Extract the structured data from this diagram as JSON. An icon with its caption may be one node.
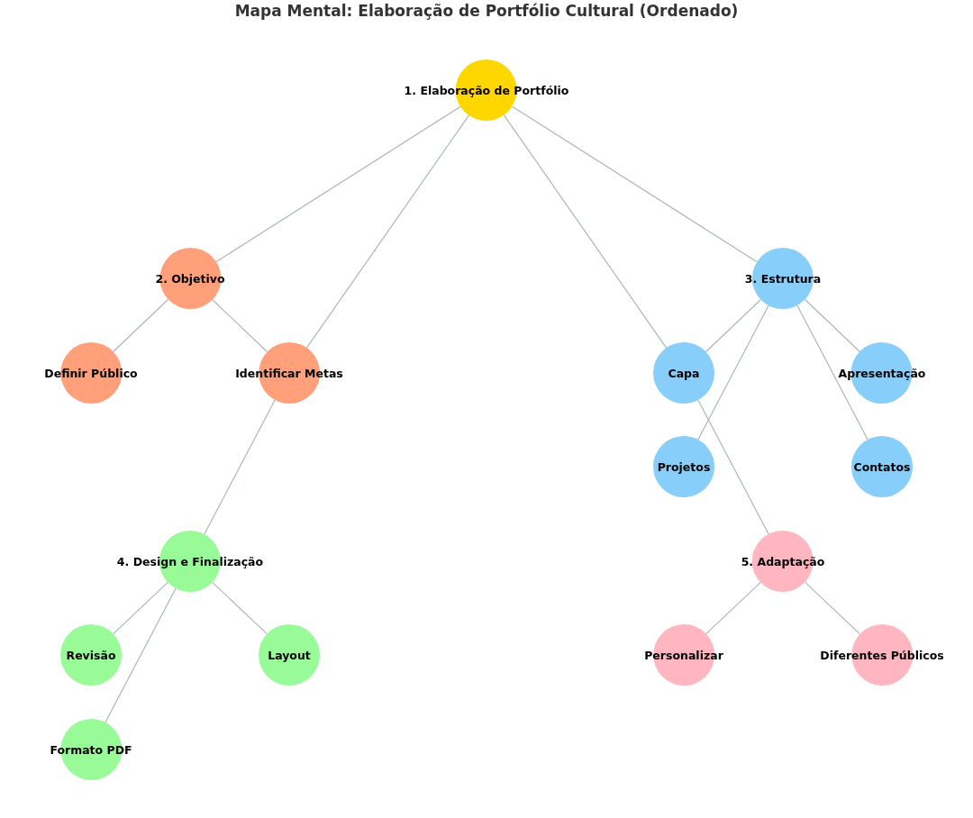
{
  "diagram": {
    "title": "Mapa Mental: Elaboração de Portfólio Cultural (Ordenado)",
    "nodes": [
      {
        "text": [
          "1. Elaboração de Portfólio"
        ]
      },
      {
        "text": [
          "2. Objetivo"
        ]
      },
      {
        "text": [
          "Definir Público"
        ]
      },
      {
        "text": [
          "Identificar Metas"
        ]
      },
      {
        "text": [
          "3. Estrutura"
        ]
      },
      {
        "text": [
          "Capa"
        ]
      },
      {
        "text": [
          "Apresentação"
        ]
      },
      {
        "text": [
          "Projetos"
        ]
      },
      {
        "text": [
          "Contatos"
        ]
      },
      {
        "text": [
          "4. Design e Finalização"
        ]
      },
      {
        "text": [
          "Revisão"
        ]
      },
      {
        "text": [
          "Layout"
        ]
      },
      {
        "text": [
          "Formato PDF"
        ]
      },
      {
        "text": [
          "5. Adaptação"
        ]
      },
      {
        "text": [
          "Personalizar"
        ]
      },
      {
        "text": [
          "Diferentes Públicos"
        ]
      }
    ],
    "edges": [
      {
        "from": 0,
        "to": 1,
        "arrow": "none"
      },
      {
        "from": 0,
        "to": 3,
        "arrow": "none"
      },
      {
        "from": 0,
        "to": 5,
        "arrow": "none"
      },
      {
        "from": 0,
        "to": 4,
        "arrow": "none"
      },
      {
        "from": 1,
        "to": 2,
        "arrow": "none"
      },
      {
        "from": 1,
        "to": 3,
        "arrow": "none"
      },
      {
        "from": 4,
        "to": 5,
        "arrow": "none"
      },
      {
        "from": 4,
        "to": 6,
        "arrow": "none"
      },
      {
        "from": 4,
        "to": 7,
        "arrow": "none"
      },
      {
        "from": 4,
        "to": 8,
        "arrow": "none"
      },
      {
        "from": 3,
        "to": 9,
        "arrow": "none"
      },
      {
        "from": 5,
        "to": 13,
        "arrow": "none"
      },
      {
        "from": 9,
        "to": 10,
        "arrow": "none"
      },
      {
        "from": 9,
        "to": 11,
        "arrow": "none"
      },
      {
        "from": 9,
        "to": 12,
        "arrow": "none"
      },
      {
        "from": 13,
        "to": 14,
        "arrow": "none"
      },
      {
        "from": 13,
        "to": 15,
        "arrow": "none"
      }
    ]
  }
}
